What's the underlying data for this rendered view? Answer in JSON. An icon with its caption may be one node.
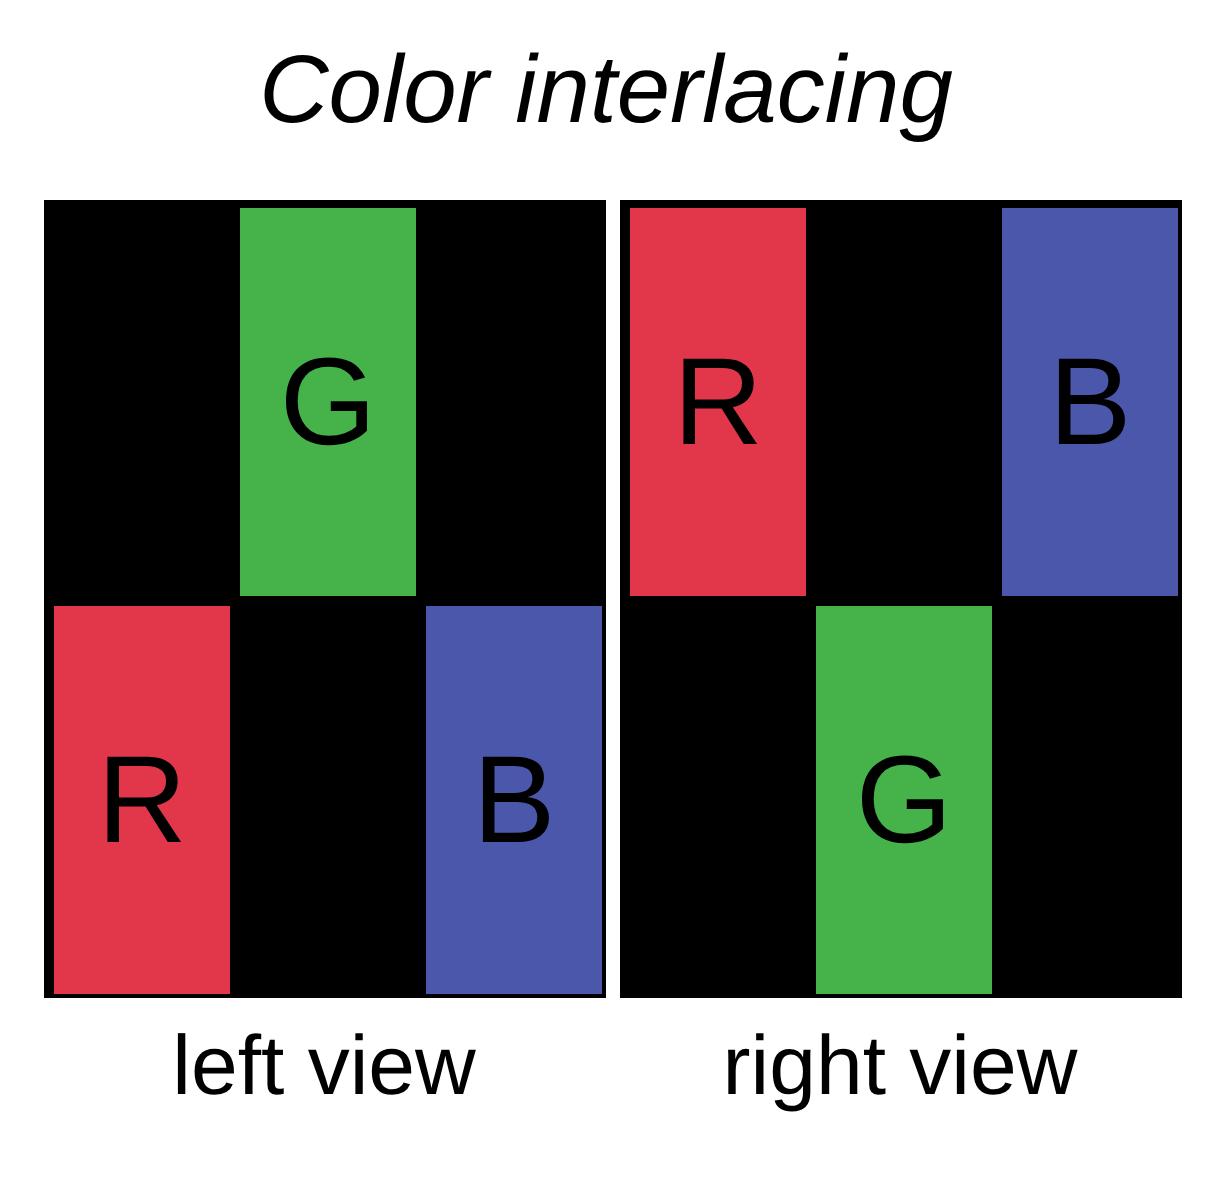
{
  "diagram": {
    "title": "Color interlacing",
    "nodes": [
      {
        "text": [],
        "shape": "box",
        "beside": [
          "left view"
        ]
      },
      {
        "text": [
          "G"
        ],
        "in": 0
      },
      {
        "text": [
          "R"
        ],
        "in": 0
      },
      {
        "text": [
          "B"
        ],
        "in": 0
      },
      {
        "text": [],
        "shape": "box",
        "beside": [
          "right view"
        ]
      },
      {
        "text": [
          "R"
        ],
        "in": 4
      },
      {
        "text": [
          "B"
        ],
        "in": 4
      },
      {
        "text": [
          "G"
        ],
        "in": 4
      }
    ],
    "edges": []
  }
}
